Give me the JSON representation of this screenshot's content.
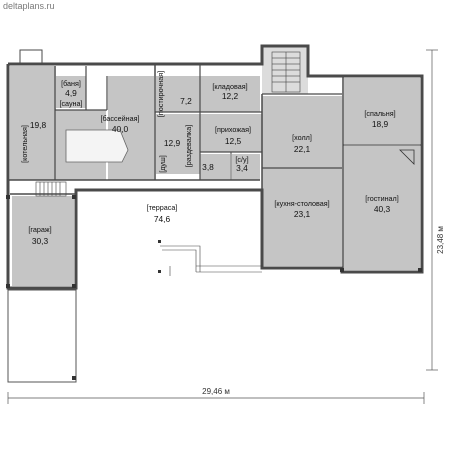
{
  "site": "deltaplans.ru",
  "rooms": [
    {
      "id": "kotelnaya",
      "label": "[котельная]",
      "area": "19,8"
    },
    {
      "id": "banya",
      "label": "[баня]",
      "area": "4,9"
    },
    {
      "id": "sauna",
      "label": "[сауна]",
      "area": ""
    },
    {
      "id": "bassein",
      "label": "[бассейная]",
      "area": "40,0"
    },
    {
      "id": "postirochnaya",
      "label": "[постирочная]",
      "area": "7,2"
    },
    {
      "id": "kladovaya",
      "label": "[кладовая]",
      "area": "12,2"
    },
    {
      "id": "razdevalka",
      "label": "[раздевалка]",
      "area": "12,9"
    },
    {
      "id": "prihozhaya",
      "label": "[прихожая]",
      "area": "12,5"
    },
    {
      "id": "dush",
      "label": "[душ]",
      "area": "3,8"
    },
    {
      "id": "su",
      "label": "[с/у]",
      "area": "3,4"
    },
    {
      "id": "holl",
      "label": "[холл]",
      "area": "22,1"
    },
    {
      "id": "spalnya",
      "label": "[спальня]",
      "area": "18,9"
    },
    {
      "id": "gostinaya",
      "label": "[гостинал]",
      "area": "40,3"
    },
    {
      "id": "kuhnya",
      "label": "[кухня-столовая]",
      "area": "23,1"
    },
    {
      "id": "terrasa",
      "label": "[терраса]",
      "area": "74,6"
    },
    {
      "id": "garazh",
      "label": "[гараж]",
      "area": "30,3"
    }
  ],
  "dimensions": {
    "width": "29,46 м",
    "height": "23,48 м"
  }
}
